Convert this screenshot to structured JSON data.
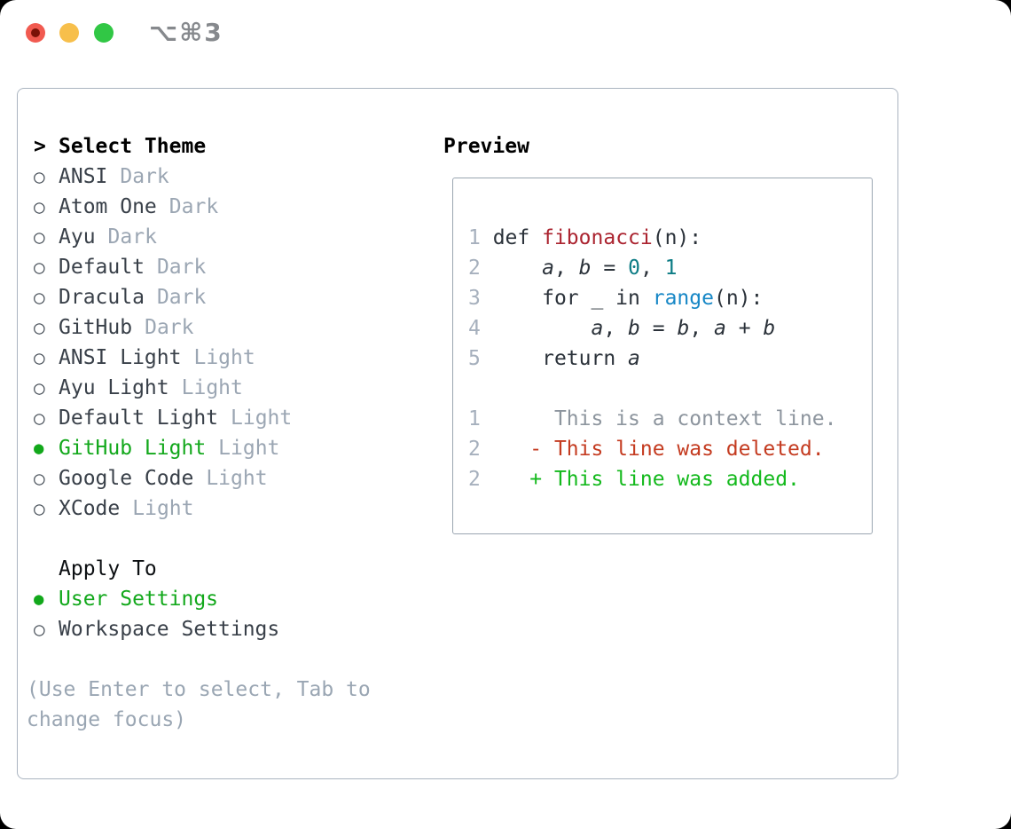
{
  "window": {
    "title_shortcut": "⌥⌘3"
  },
  "colors": {
    "selected_green": "#12a81b",
    "added_green": "#13b91c",
    "deleted_red": "#c43b20",
    "function_red": "#ab2430",
    "number_teal": "#0d7c85",
    "call_blue": "#1787c6",
    "muted_gray": "#9ba6b3",
    "traffic_red": "#f15a50",
    "traffic_yellow": "#f7bf4b",
    "traffic_green": "#31c745"
  },
  "theme_selector": {
    "header_marker": ">",
    "header": "Select Theme",
    "markers": {
      "selected": "●",
      "unselected": "○"
    },
    "items": [
      {
        "name": "ANSI",
        "variant": "Dark",
        "selected": false
      },
      {
        "name": "Atom One",
        "variant": "Dark",
        "selected": false
      },
      {
        "name": "Ayu",
        "variant": "Dark",
        "selected": false
      },
      {
        "name": "Default",
        "variant": "Dark",
        "selected": false
      },
      {
        "name": "Dracula",
        "variant": "Dark",
        "selected": false
      },
      {
        "name": "GitHub",
        "variant": "Dark",
        "selected": false
      },
      {
        "name": "ANSI Light",
        "variant": "Light",
        "selected": false
      },
      {
        "name": "Ayu Light",
        "variant": "Light",
        "selected": false
      },
      {
        "name": "Default Light",
        "variant": "Light",
        "selected": false
      },
      {
        "name": "GitHub Light",
        "variant": "Light",
        "selected": true
      },
      {
        "name": "Google Code",
        "variant": "Light",
        "selected": false
      },
      {
        "name": "XCode",
        "variant": "Light",
        "selected": false
      }
    ],
    "apply_to": {
      "header": "Apply To",
      "options": [
        {
          "name": "User Settings",
          "selected": true
        },
        {
          "name": "Workspace Settings",
          "selected": false
        }
      ]
    },
    "help_line1": "(Use Enter to select, Tab to",
    "help_line2": "change focus)"
  },
  "preview": {
    "header": "Preview",
    "code": [
      {
        "ln": "1",
        "tokens": [
          {
            "t": " def "
          },
          {
            "t": "fibonacci"
          },
          {
            "t": "(n):"
          }
        ]
      },
      {
        "ln": "2",
        "tokens": [
          {
            "t": "     "
          },
          {
            "t": "a"
          },
          {
            "t": ", "
          },
          {
            "t": "b"
          },
          {
            "t": " = "
          },
          {
            "t": "0"
          },
          {
            "t": ", "
          },
          {
            "t": "1"
          }
        ]
      },
      {
        "ln": "3",
        "tokens": [
          {
            "t": "     for _ in "
          },
          {
            "t": "range"
          },
          {
            "t": "(n):"
          }
        ]
      },
      {
        "ln": "4",
        "tokens": [
          {
            "t": "         "
          },
          {
            "t": "a"
          },
          {
            "t": ", "
          },
          {
            "t": "b"
          },
          {
            "t": " = "
          },
          {
            "t": "b"
          },
          {
            "t": ", "
          },
          {
            "t": "a"
          },
          {
            "t": " + "
          },
          {
            "t": "b"
          }
        ]
      },
      {
        "ln": "5",
        "tokens": [
          {
            "t": "     return "
          },
          {
            "t": "a"
          }
        ]
      },
      {
        "ln": "",
        "tokens": []
      },
      {
        "ln": "1",
        "tokens": [
          {
            "t": "      This is a context line."
          }
        ]
      },
      {
        "ln": "2",
        "tokens": [
          {
            "t": "    "
          },
          {
            "t": "- This line was deleted."
          }
        ]
      },
      {
        "ln": "2",
        "tokens": [
          {
            "t": "    "
          },
          {
            "t": "+ This line was added."
          }
        ]
      }
    ]
  }
}
